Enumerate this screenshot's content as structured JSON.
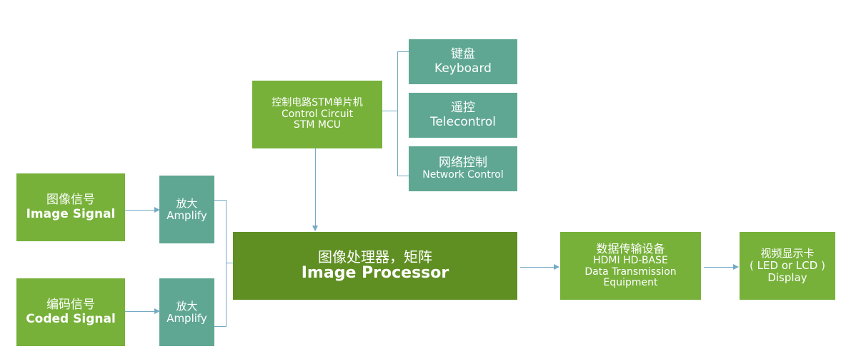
{
  "nodes": {
    "image_signal": {
      "zh": "图像信号",
      "en": "Image  Signal"
    },
    "coded_signal": {
      "zh": "编码信号",
      "en": "Coded Signal"
    },
    "amplify_top": {
      "zh": "放大",
      "en": "Amplify"
    },
    "amplify_bottom": {
      "zh": "放大",
      "en": "Amplify"
    },
    "control": {
      "zh": "控制电路STM单片机",
      "en1": "Control  Circuit",
      "en2": "STM MCU"
    },
    "keyboard": {
      "zh": "键盘",
      "en": "Keyboard"
    },
    "telecontrol": {
      "zh": "遥控",
      "en": "Telecontrol"
    },
    "network": {
      "zh": "网络控制",
      "en": "Network Control"
    },
    "processor": {
      "zh": "图像处理器，矩阵",
      "en": "Image  Processor"
    },
    "transmission": {
      "zh": "数据传输设备",
      "en1": "HDMI HD-BASE",
      "en2": "Data  Transmission",
      "en3": "Equipment"
    },
    "display": {
      "zh": "视频显示卡",
      "en1": "( LED or LCD )",
      "en2": "Display"
    }
  },
  "colors": {
    "green": "#77b13a",
    "teal": "#5fa793",
    "dark_green": "#5f8f22",
    "connector": "#74aac6"
  }
}
